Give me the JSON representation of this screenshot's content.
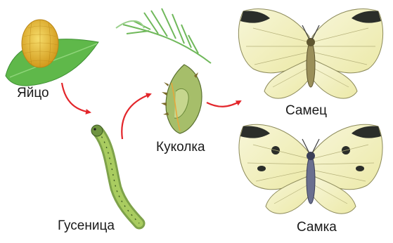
{
  "stages": {
    "egg": "Яйцо",
    "caterpillar": "Гусеница",
    "pupa": "Куколка",
    "male": "Самец",
    "female": "Самка"
  },
  "colors": {
    "arrow": "#e3262b",
    "leaf": "#5fb84a",
    "egg": "#e8b92e",
    "wing": "#f3f1c4",
    "wing_tip": "#2b2e2a",
    "caterpillar": "#9fc25a",
    "pupa": "#a6be6a"
  }
}
